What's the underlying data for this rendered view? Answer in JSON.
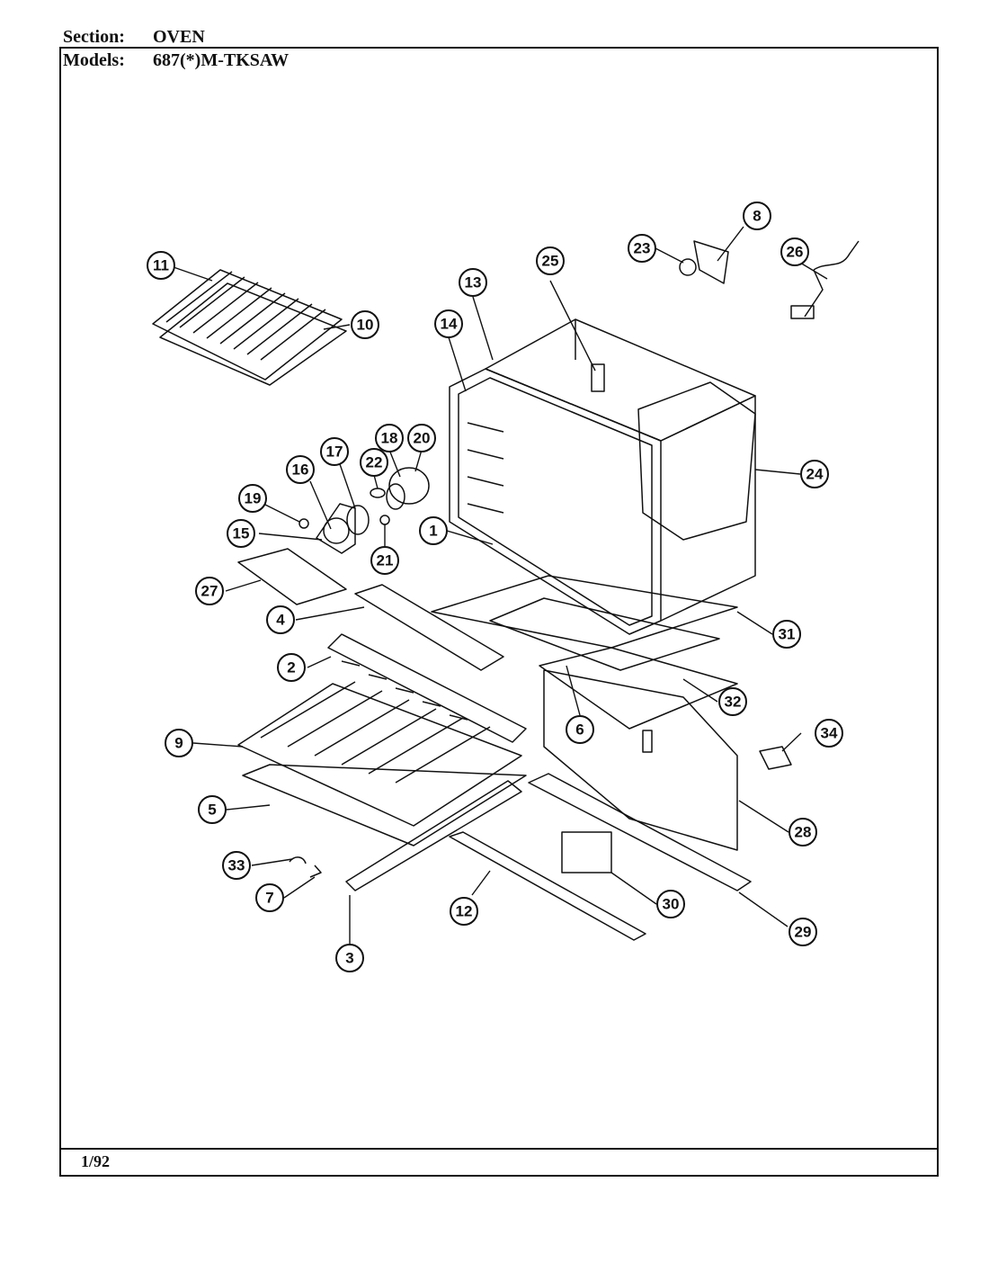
{
  "header": {
    "section_label": "Section:",
    "section_value": "OVEN",
    "models_label": "Models:",
    "models_value": "687(*)M-TKSAW"
  },
  "footer": {
    "date": "1/92"
  },
  "callouts": [
    {
      "id": "1",
      "label": "1"
    },
    {
      "id": "2",
      "label": "2"
    },
    {
      "id": "3",
      "label": "3"
    },
    {
      "id": "4",
      "label": "4"
    },
    {
      "id": "5",
      "label": "5"
    },
    {
      "id": "6",
      "label": "6"
    },
    {
      "id": "7",
      "label": "7"
    },
    {
      "id": "8",
      "label": "8"
    },
    {
      "id": "9",
      "label": "9"
    },
    {
      "id": "10",
      "label": "10"
    },
    {
      "id": "11",
      "label": "11"
    },
    {
      "id": "12",
      "label": "12"
    },
    {
      "id": "13",
      "label": "13"
    },
    {
      "id": "14",
      "label": "14"
    },
    {
      "id": "15",
      "label": "15"
    },
    {
      "id": "16",
      "label": "16"
    },
    {
      "id": "17",
      "label": "17"
    },
    {
      "id": "18",
      "label": "18"
    },
    {
      "id": "19",
      "label": "19"
    },
    {
      "id": "20",
      "label": "20"
    },
    {
      "id": "21",
      "label": "21"
    },
    {
      "id": "22",
      "label": "22"
    },
    {
      "id": "23",
      "label": "23"
    },
    {
      "id": "24",
      "label": "24"
    },
    {
      "id": "25",
      "label": "25"
    },
    {
      "id": "26",
      "label": "26"
    },
    {
      "id": "27",
      "label": "27"
    },
    {
      "id": "28",
      "label": "28"
    },
    {
      "id": "29",
      "label": "29"
    },
    {
      "id": "30",
      "label": "30"
    },
    {
      "id": "31",
      "label": "31"
    },
    {
      "id": "32",
      "label": "32"
    },
    {
      "id": "33",
      "label": "33"
    },
    {
      "id": "34",
      "label": "34"
    }
  ]
}
